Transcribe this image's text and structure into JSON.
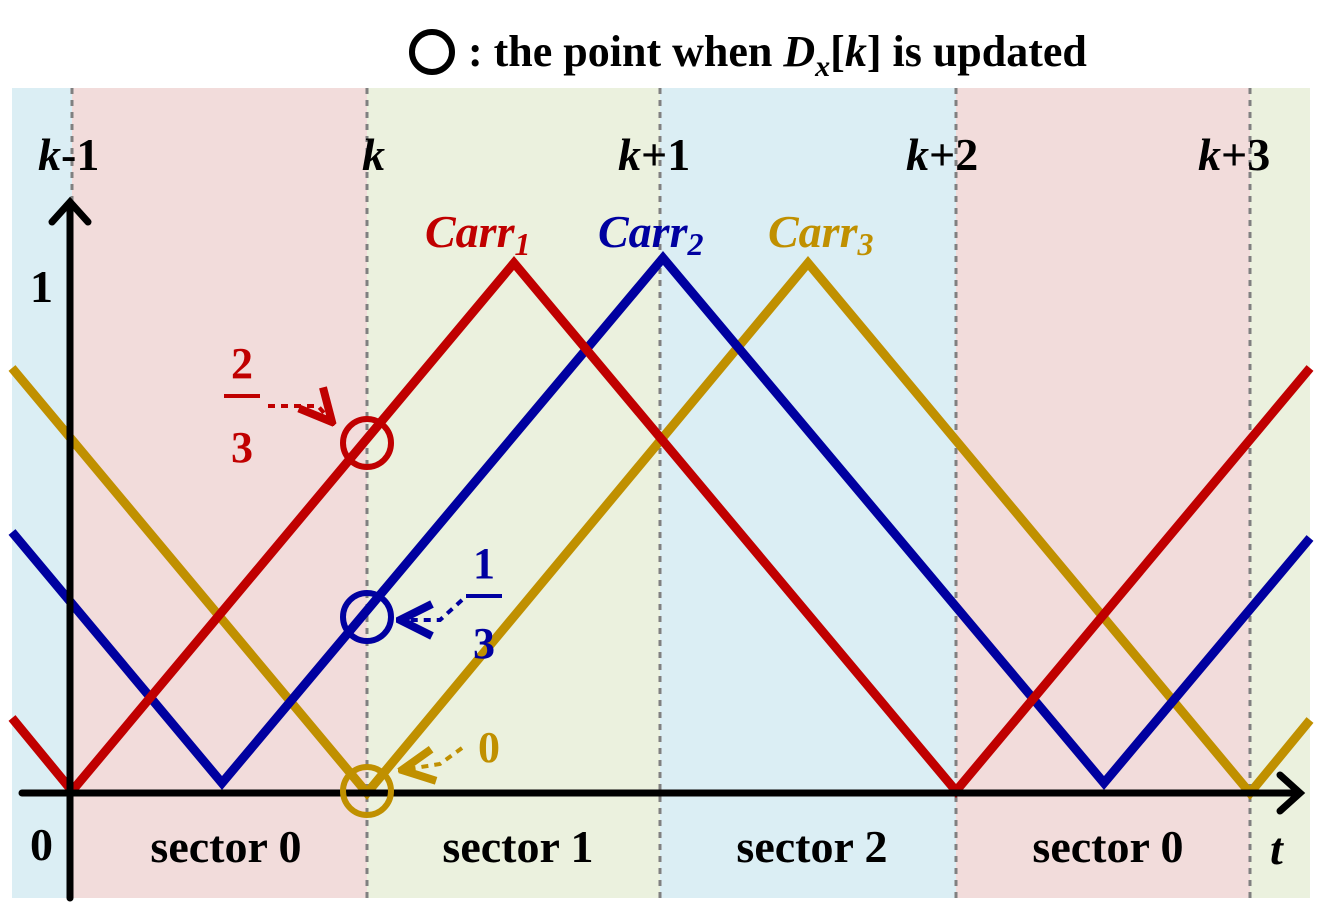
{
  "legend": {
    "prefix": ": the point when ",
    "var_main": "D",
    "var_sub": "x",
    "bracket_open": "[",
    "index": "k",
    "bracket_close": "]",
    "suffix": " is updated"
  },
  "time_labels": [
    {
      "var": "k",
      "suffix": "-1"
    },
    {
      "var": "k",
      "suffix": ""
    },
    {
      "var": "k",
      "suffix": "+1"
    },
    {
      "var": "k",
      "suffix": "+2"
    },
    {
      "var": "k",
      "suffix": "+3"
    }
  ],
  "carriers": [
    {
      "main": "Carr",
      "sub": "1",
      "color": "#c00000"
    },
    {
      "main": "Carr",
      "sub": "2",
      "color": "#0000a0"
    },
    {
      "main": "Carr",
      "sub": "3",
      "color": "#c09000"
    }
  ],
  "axis": {
    "y_one": "1",
    "origin": "0",
    "x_label": "t"
  },
  "sectors": [
    {
      "label": "sector 0"
    },
    {
      "label": "sector 1"
    },
    {
      "label": "sector 2"
    },
    {
      "label": "sector 0"
    }
  ],
  "band_colors": {
    "blue": "#dbeef4",
    "pink": "#f2dcdb",
    "green": "#ebf1de"
  },
  "annotations": {
    "red": {
      "numerator": "2",
      "denominator": "3",
      "color": "#c00000"
    },
    "blue": {
      "numerator": "1",
      "denominator": "3",
      "color": "#0000a0"
    },
    "amber": {
      "value": "0",
      "color": "#c09000"
    }
  }
}
